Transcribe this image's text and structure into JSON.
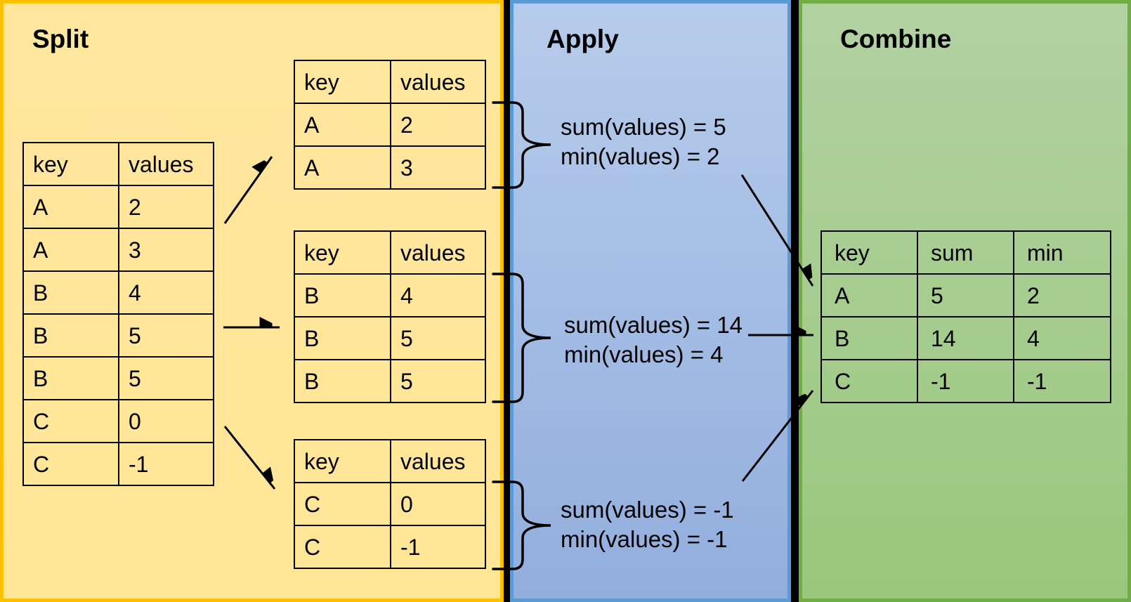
{
  "panels": {
    "split": {
      "title": "Split"
    },
    "apply": {
      "title": "Apply"
    },
    "combine": {
      "title": "Combine"
    }
  },
  "tables": {
    "source": {
      "headers": [
        "key",
        "values"
      ],
      "rows": [
        [
          "A",
          "2"
        ],
        [
          "A",
          "3"
        ],
        [
          "B",
          "4"
        ],
        [
          "B",
          "5"
        ],
        [
          "B",
          "5"
        ],
        [
          "C",
          "0"
        ],
        [
          "C",
          "-1"
        ]
      ]
    },
    "group_a": {
      "headers": [
        "key",
        "values"
      ],
      "rows": [
        [
          "A",
          "2"
        ],
        [
          "A",
          "3"
        ]
      ]
    },
    "group_b": {
      "headers": [
        "key",
        "values"
      ],
      "rows": [
        [
          "B",
          "4"
        ],
        [
          "B",
          "5"
        ],
        [
          "B",
          "5"
        ]
      ]
    },
    "group_c": {
      "headers": [
        "key",
        "values"
      ],
      "rows": [
        [
          "C",
          "0"
        ],
        [
          "C",
          "-1"
        ]
      ]
    },
    "result": {
      "headers": [
        "key",
        "sum",
        "min"
      ],
      "rows": [
        [
          "A",
          "5",
          "2"
        ],
        [
          "B",
          "14",
          "4"
        ],
        [
          "C",
          "-1",
          "-1"
        ]
      ]
    }
  },
  "apply": {
    "results": [
      {
        "group": "A",
        "lines": [
          "sum(values) = 5",
          "min(values) = 2"
        ]
      },
      {
        "group": "B",
        "lines": [
          "sum(values) = 14",
          "min(values) = 4"
        ]
      },
      {
        "group": "C",
        "lines": [
          "sum(values) = -1",
          "min(values) = -1"
        ]
      }
    ]
  },
  "colors": {
    "split_bg": "#FFE699",
    "split_border": "#FFC000",
    "apply_bg": "#A4BDE5",
    "apply_border": "#5B9BD5",
    "combine_bg": "#A6CD91",
    "combine_border": "#70AD47",
    "line": "#000000"
  }
}
